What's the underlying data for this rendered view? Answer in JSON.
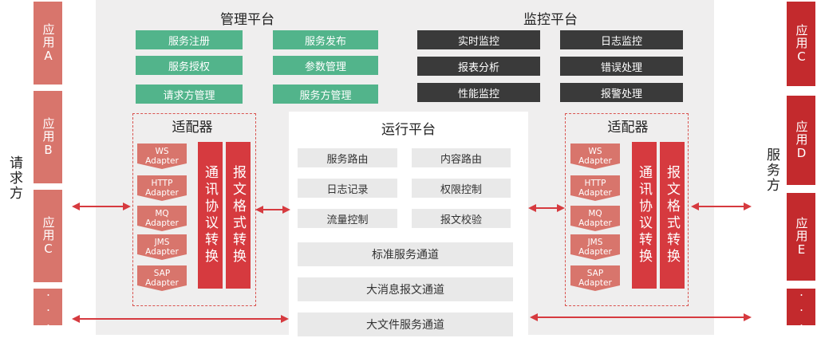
{
  "left_apps": [
    {
      "text": "应用A"
    },
    {
      "text": "应用B"
    },
    {
      "text": "应用C"
    },
    {
      "text": "..."
    }
  ],
  "right_apps": [
    {
      "text": "应用C"
    },
    {
      "text": "应用D"
    },
    {
      "text": "应用E"
    },
    {
      "text": "..."
    }
  ],
  "left_label": "请求方",
  "right_label": "服务方",
  "management": {
    "title": "管理平台",
    "items": [
      "服务注册",
      "服务发布",
      "服务授权",
      "参数管理",
      "请求方管理",
      "服务方管理"
    ]
  },
  "monitoring": {
    "title": "监控平台",
    "items": [
      "实时监控",
      "日志监控",
      "报表分析",
      "错误处理",
      "性能监控",
      "报警处理"
    ]
  },
  "adapter_left": {
    "title": "适配器",
    "adapters": [
      {
        "l1": "WS",
        "l2": "Adapter"
      },
      {
        "l1": "HTTP",
        "l2": "Adapter"
      },
      {
        "l1": "MQ",
        "l2": "Adapter"
      },
      {
        "l1": "JMS",
        "l2": "Adapter"
      },
      {
        "l1": "SAP",
        "l2": "Adapter"
      }
    ],
    "conv1": "通讯协议转换",
    "conv2": "报文格式转换"
  },
  "adapter_right": {
    "title": "适配器",
    "adapters": [
      {
        "l1": "WS",
        "l2": "Adapter"
      },
      {
        "l1": "HTTP",
        "l2": "Adapter"
      },
      {
        "l1": "MQ",
        "l2": "Adapter"
      },
      {
        "l1": "JMS",
        "l2": "Adapter"
      },
      {
        "l1": "SAP",
        "l2": "Adapter"
      }
    ],
    "conv1": "通讯协议转换",
    "conv2": "报文格式转换"
  },
  "runtime": {
    "title": "运行平台",
    "items": [
      "服务路由",
      "内容路由",
      "日志记录",
      "权限控制",
      "流量控制",
      "报文校验"
    ],
    "channels": [
      "标准服务通道",
      "大消息报文通道",
      "大文件服务通道"
    ]
  },
  "colors": {
    "accent": "#d63a3f",
    "app_left": "#d8756c",
    "app_right": "#c32a2d",
    "green": "#52b48b",
    "dark": "#3a3a3a"
  }
}
